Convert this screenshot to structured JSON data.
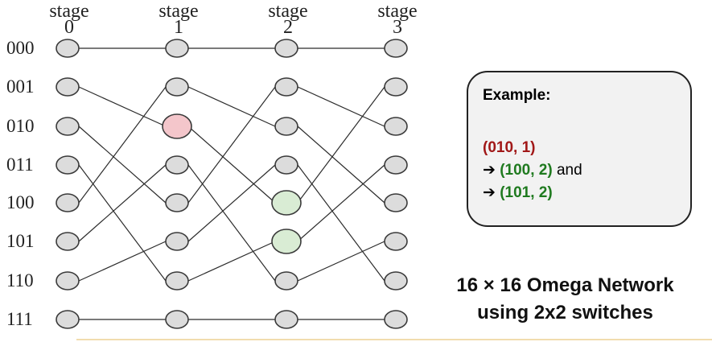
{
  "stages": [
    {
      "word": "stage",
      "num": "0"
    },
    {
      "word": "stage",
      "num": "1"
    },
    {
      "word": "stage",
      "num": "2"
    },
    {
      "word": "stage",
      "num": "3"
    }
  ],
  "rows": [
    "000",
    "001",
    "010",
    "011",
    "100",
    "101",
    "110",
    "111"
  ],
  "highlights": [
    {
      "stage": 1,
      "row": 2,
      "color": "red"
    },
    {
      "stage": 2,
      "row": 4,
      "color": "green"
    },
    {
      "stage": 2,
      "row": 5,
      "color": "green"
    }
  ],
  "colors": {
    "node_fill": "#dcdcdc",
    "red_fill": "#f4c6cb",
    "red_stroke": "#a8282f",
    "green_fill": "#d9ecd4",
    "green_stroke": "#2f6b2f"
  },
  "example": {
    "title": "Example:",
    "line1": "(010, 1)",
    "arrow": "➔",
    "line2_value": "(100, 2)",
    "line2_suffix": " and",
    "line3_value": "(101, 2)"
  },
  "caption": {
    "line1": "16 × 16 Omega Network",
    "line2": "using 2x2 switches"
  }
}
